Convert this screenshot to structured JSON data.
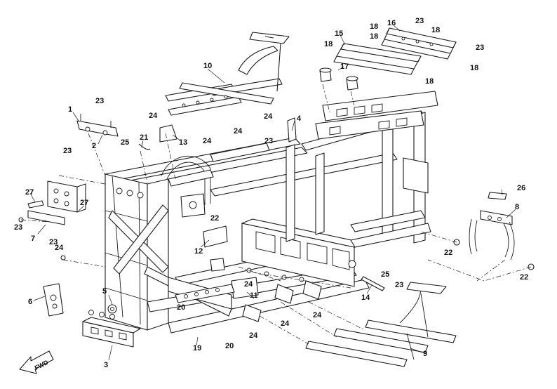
{
  "callouts": {
    "c1": "1",
    "c2": "2",
    "c3": "3",
    "c4": "4",
    "c5": "5",
    "c6": "6",
    "c7": "7",
    "c8": "8",
    "c9": "9",
    "c10": "10",
    "c11": "11",
    "c12": "12",
    "c13": "13",
    "c14": "14",
    "c15": "15",
    "c16": "16",
    "c17": "17",
    "c19": "19",
    "c21": "21",
    "c26": "26",
    "c27": "27"
  },
  "fastener_callouts": {
    "label_18": "18",
    "label_20": "20",
    "label_22": "22",
    "label_23": "23",
    "label_24": "24",
    "label_25": "25"
  },
  "direction_indicator": {
    "label": "FWD"
  },
  "colors": {
    "line": "#1a1a1a",
    "background": "#ffffff"
  }
}
